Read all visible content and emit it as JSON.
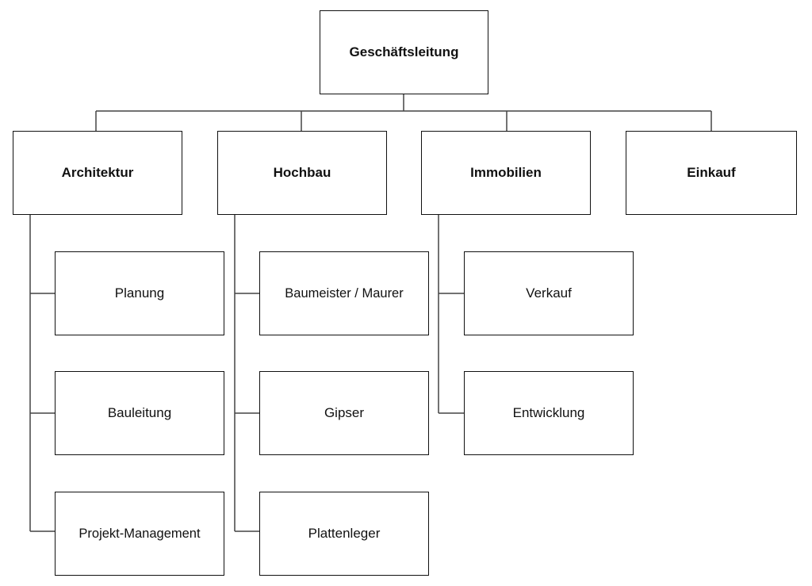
{
  "org_chart": {
    "root": "Geschäftsleitung",
    "departments": [
      {
        "name": "Architektur",
        "units": [
          "Planung",
          "Bauleitung",
          "Projekt-Management"
        ]
      },
      {
        "name": "Hochbau",
        "units": [
          "Baumeister / Maurer",
          "Gipser",
          "Plattenleger"
        ]
      },
      {
        "name": "Immobilien",
        "units": [
          "Verkauf",
          "Entwicklung"
        ]
      },
      {
        "name": "Einkauf",
        "units": []
      }
    ]
  }
}
